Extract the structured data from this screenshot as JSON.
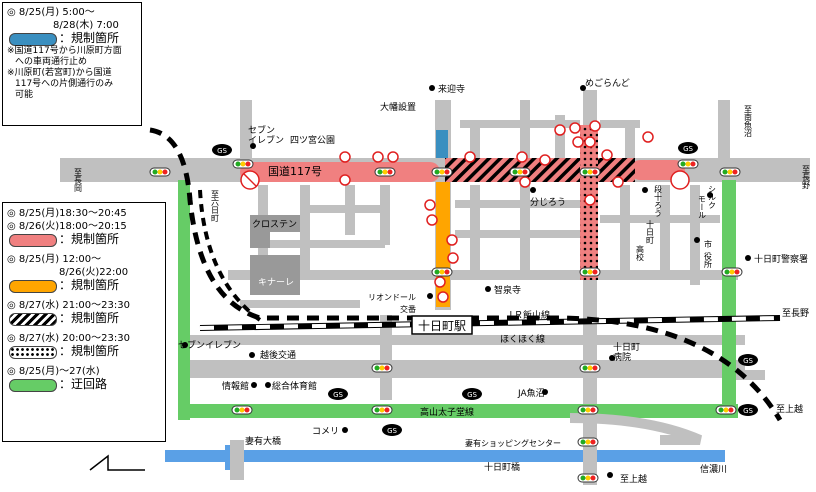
{
  "colors": {
    "road": "#c0c0c0",
    "closure_red": "#f08080",
    "closure_orange": "#ffa500",
    "detour_green": "#66cc66",
    "closure_blue": "#3a8fc0",
    "river": "#5aa0e6",
    "station": "#ffffff"
  },
  "legend_top": {
    "date1": "◎ 8/25(月)  5:00～",
    "date2": "8/28(木)  7:00",
    "label": "：規制箇所",
    "note1_l1": "※国道117号から川原町方面",
    "note1_l2": "への車両通行止め",
    "note2_l1": "※川原町(若宮町)から国道",
    "note2_l2": "117号への片側通行のみ",
    "note2_l3": "可能"
  },
  "legend_bottom": [
    {
      "date": "◎ 8/25(月)18:30～20:45",
      "date2": "◎ 8/26(火)18:00～20:15",
      "label": "：規制箇所",
      "style": "red"
    },
    {
      "date": "◎ 8/25(月) 12:00～",
      "date2": "8/26(火)22:00",
      "label": "：規制箇所",
      "style": "orange"
    },
    {
      "date": "◎ 8/27(水) 21:00～23:30",
      "date2": "",
      "label": "：規制箇所",
      "style": "hatch"
    },
    {
      "date": "◎ 8/27(水) 20:00～23:30",
      "date2": "",
      "label": "：規制箇所",
      "style": "dots"
    },
    {
      "date": "◎ 8/25(月)～27(水)",
      "date2": "",
      "label": "：迂回路",
      "style": "green"
    }
  ],
  "labels": {
    "to_nagaoka": "至長岡",
    "to_minami_uonuma": "至南魚沼",
    "to_nagano": "至長野",
    "to_nagano_city": "至長野",
    "to_joetsu": "至上越",
    "to_joetsu2": "至上越",
    "to_rokkamachi": "至六日町",
    "route117": "国道117号",
    "oohata": "大幡設置",
    "raingeiji": "来迎寺",
    "megorando": "めごらんど",
    "seven_eleven_top": "セブン",
    "seven_eleven_top2": "イレブン",
    "yotsumiya": "四ツ宮公園",
    "kurosuten": "クロステン",
    "kinare": "キナーレ",
    "bunjiro": "分じろう",
    "danjuro": "段十ろう",
    "shirukumoru": "シルク",
    "shirukumoru2": "モール",
    "tokamachi_hs": "十日町",
    "tokamachi_hs2": "高校",
    "city_hall": "市",
    "city_hall2": "役所",
    "police": "十日町警察署",
    "riondoru": "リオンドール",
    "koban": "交番",
    "chisenji": "智泉寺",
    "jr_iiyama": "ＪＲ飯山線",
    "station": "十日町駅",
    "hokuhoku": "ほくほく線",
    "seven_eleven_b": "セブンイレブン",
    "echigo": "越後交通",
    "hospital": "十日町",
    "hospital2": "病院",
    "johokan": "情報館",
    "sogo_shikan": "総合体育館",
    "ja": "JA魚沼",
    "takayama": "高山太子堂線",
    "komeri": "コメリ",
    "tsumaari_bridge": "妻有大橋",
    "tsumaari_shopping": "妻有ショッピングセンター",
    "tokamachi_bridge": "十日町橋",
    "shinano": "信濃川",
    "gs": "GS"
  }
}
